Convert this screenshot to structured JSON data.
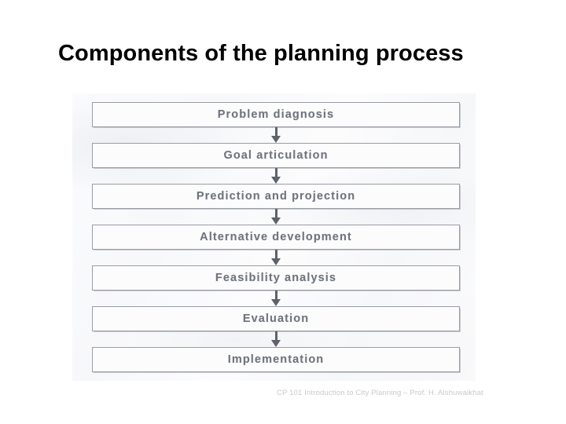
{
  "slide": {
    "title": "Components of the planning process",
    "footer_credit": "CP 101 Introduction to City Planning – Prof. H. Alshuwaikhat"
  },
  "diagram": {
    "type": "flowchart-vertical",
    "arrow_icon": "arrow-down-icon",
    "steps": [
      {
        "order": 1,
        "label": "Problem diagnosis"
      },
      {
        "order": 2,
        "label": "Goal articulation"
      },
      {
        "order": 3,
        "label": "Prediction and projection"
      },
      {
        "order": 4,
        "label": "Alternative development"
      },
      {
        "order": 5,
        "label": "Feasibility analysis"
      },
      {
        "order": 6,
        "label": "Evaluation"
      },
      {
        "order": 7,
        "label": "Implementation"
      }
    ]
  },
  "colors": {
    "title_text": "#000000",
    "box_border": "#9a9da5",
    "box_fill": "#fcfcfd",
    "box_text": "#6f737c",
    "arrow": "#5e626b",
    "footer_text": "#c9c9cc",
    "slide_background": "#ffffff",
    "scan_background": "#f8f9fb"
  }
}
